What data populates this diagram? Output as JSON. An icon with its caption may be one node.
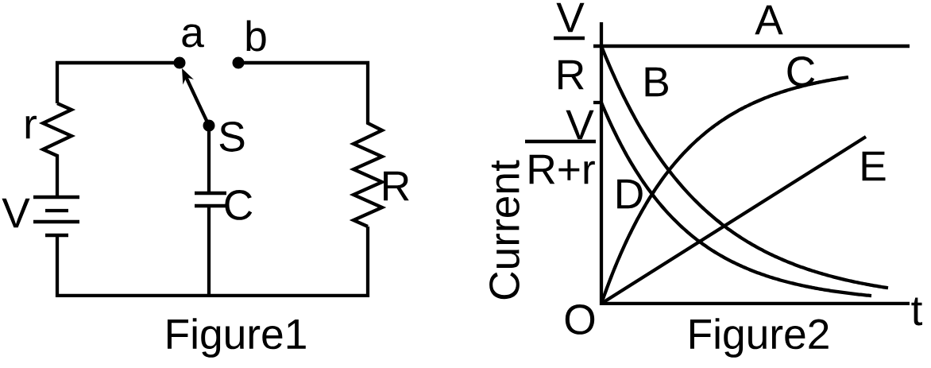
{
  "diagram": {
    "labels": [
      "a",
      "b",
      "r",
      "S",
      "V",
      "C",
      "R",
      "Figure1",
      "V",
      "R",
      "A",
      "B",
      "C",
      "V",
      "R+r",
      "D",
      "E",
      "Current",
      "O",
      "t",
      "Figure2"
    ]
  }
}
